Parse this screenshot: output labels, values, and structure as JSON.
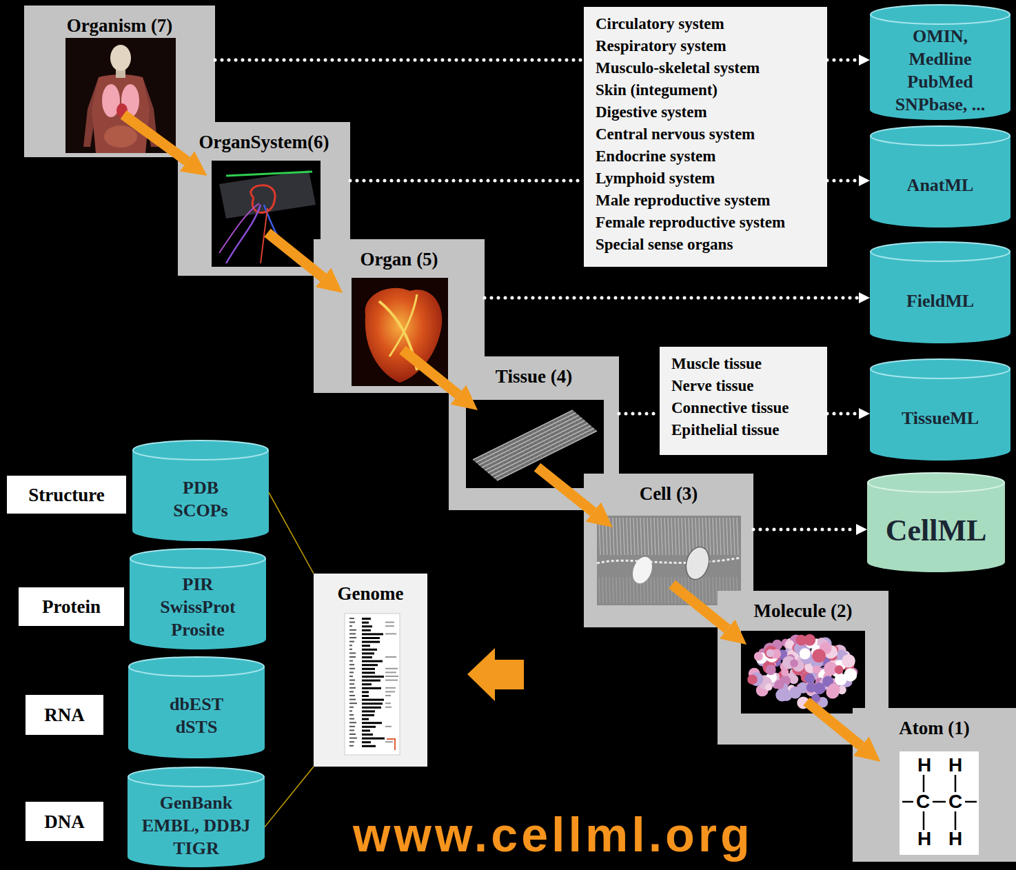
{
  "diagram": {
    "nodes": [
      {
        "text": [
          "Organism (7)"
        ]
      },
      {
        "text": [
          "OrganSystem(6)"
        ]
      },
      {
        "text": [
          "Organ (5)"
        ]
      },
      {
        "text": [
          "Tissue (4)"
        ]
      },
      {
        "text": [
          "Cell (3)"
        ]
      },
      {
        "text": [
          "Molecule (2)"
        ]
      },
      {
        "text": [
          "Atom (1)"
        ]
      },
      {
        "text": [
          "Circulatory system",
          "Respiratory system",
          "Musculo-skeletal system",
          "Skin (integument)",
          "Digestive system",
          "Central nervous system",
          "Endocrine system",
          "Lymphoid system",
          "Male reproductive system",
          "Female reproductive system",
          "Special sense organs"
        ]
      },
      {
        "text": [
          "OMIN,",
          "Medline",
          "PubMed",
          "SNPbase, ..."
        ]
      },
      {
        "text": [
          "AnatML"
        ]
      },
      {
        "text": [
          "FieldML"
        ]
      },
      {
        "text": [
          "Muscle tissue",
          "Nerve tissue",
          "Connective tissue",
          "Epithelial tissue"
        ]
      },
      {
        "text": [
          "TissueML"
        ]
      },
      {
        "text": [
          "CellML"
        ]
      },
      {
        "text": [
          "Structure"
        ]
      },
      {
        "text": [
          "PDB",
          "SCOPs"
        ]
      },
      {
        "text": [
          "Protein"
        ]
      },
      {
        "text": [
          "PIR",
          "SwissProt",
          "Prosite"
        ]
      },
      {
        "text": [
          "RNA"
        ]
      },
      {
        "text": [
          "dbEST",
          "dSTS"
        ]
      },
      {
        "text": [
          "DNA"
        ]
      },
      {
        "text": [
          "GenBank",
          "EMBL, DDBJ",
          "TIGR"
        ]
      },
      {
        "text": [
          "Genome"
        ]
      }
    ],
    "edges": [
      {
        "from": 0,
        "to": 1,
        "arrow": "to"
      },
      {
        "from": 1,
        "to": 2,
        "arrow": "to"
      },
      {
        "from": 2,
        "to": 3,
        "arrow": "to"
      },
      {
        "from": 3,
        "to": 4,
        "arrow": "to"
      },
      {
        "from": 4,
        "to": 5,
        "arrow": "to"
      },
      {
        "from": 5,
        "to": 6,
        "arrow": "to"
      },
      {
        "from": 0,
        "to": 7,
        "arrow": "none"
      },
      {
        "from": 7,
        "to": 8,
        "arrow": "to"
      },
      {
        "from": 1,
        "to": 7,
        "arrow": "none"
      },
      {
        "from": 7,
        "to": 9,
        "arrow": "to"
      },
      {
        "from": 2,
        "to": 10,
        "arrow": "to"
      },
      {
        "from": 3,
        "to": 11,
        "arrow": "none"
      },
      {
        "from": 11,
        "to": 12,
        "arrow": "to"
      },
      {
        "from": 4,
        "to": 13,
        "arrow": "to"
      },
      {
        "from": 22,
        "to": 15,
        "arrow": "none"
      },
      {
        "from": 22,
        "to": 21,
        "arrow": "none"
      }
    ],
    "labels": [
      "H",
      "H",
      "C",
      "C",
      "H",
      "H",
      "www.cellml.org"
    ]
  }
}
